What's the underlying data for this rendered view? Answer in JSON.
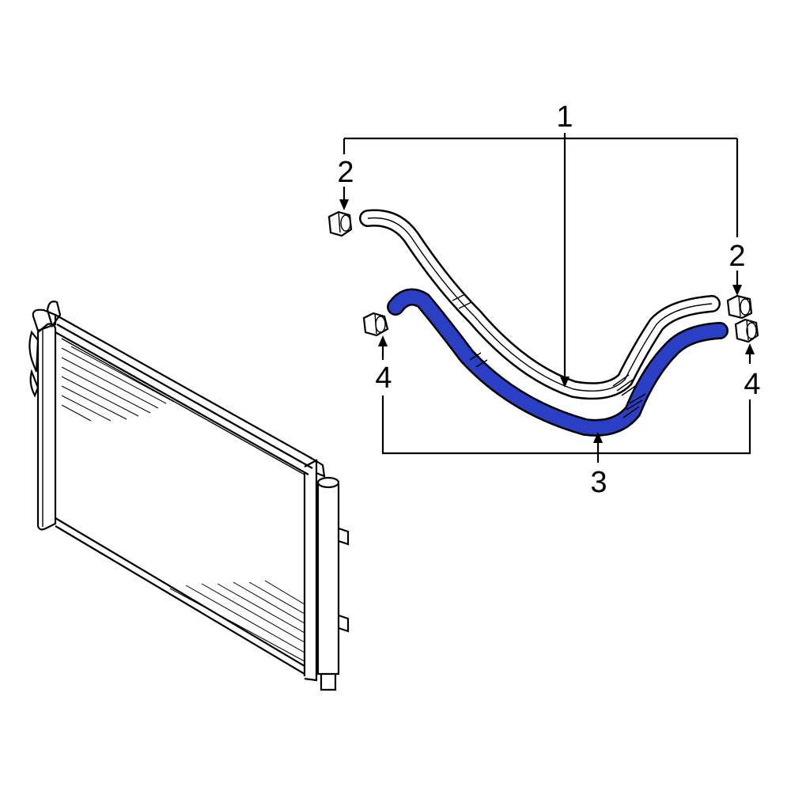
{
  "callouts": {
    "c1": "1",
    "c2_left": "2",
    "c2_right": "2",
    "c3": "3",
    "c4_left": "4",
    "c4_right": "4"
  },
  "colors": {
    "highlight_hose": "#2a3fc4",
    "line": "#000000",
    "background": "#ffffff"
  }
}
